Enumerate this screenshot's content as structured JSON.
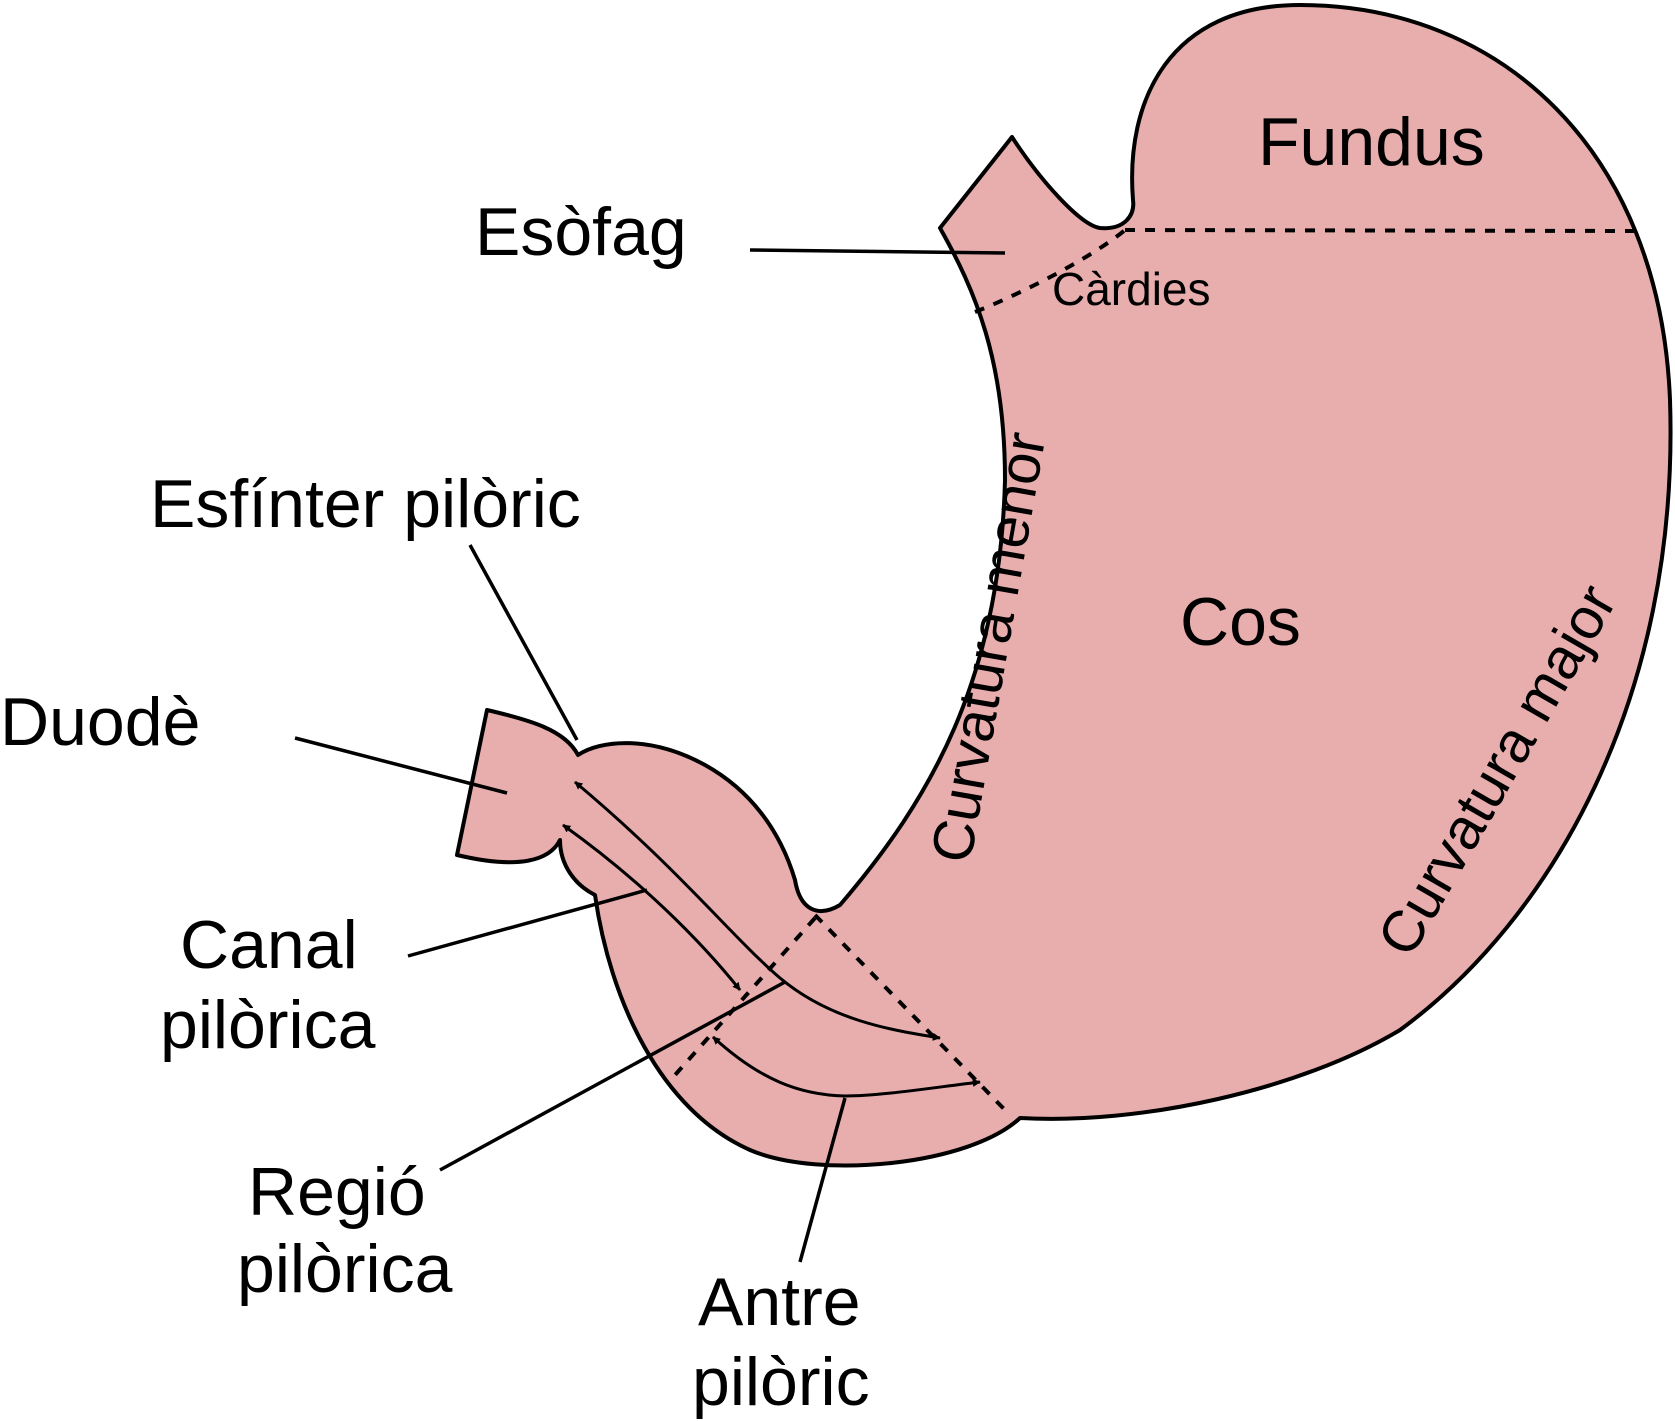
{
  "diagram": {
    "labels": {
      "fundus": "Fundus",
      "esofag": "Esòfag",
      "cardies": "Càrdies",
      "esfinter": "Esfínter pilòric",
      "duode": "Duodè",
      "cos": "Cos",
      "curvatura_menor": "Curvatura menor",
      "curvatura_major": "Curvatura major",
      "canal_line1": "Canal",
      "canal_line2": "pilòrica",
      "regio_line1": "Regió",
      "regio_line2": "pilòrica",
      "antre_line1": "Antre",
      "antre_line2": "pilòric"
    },
    "colors": {
      "stomach_fill": "#e8aeae",
      "outline": "#000000"
    }
  }
}
